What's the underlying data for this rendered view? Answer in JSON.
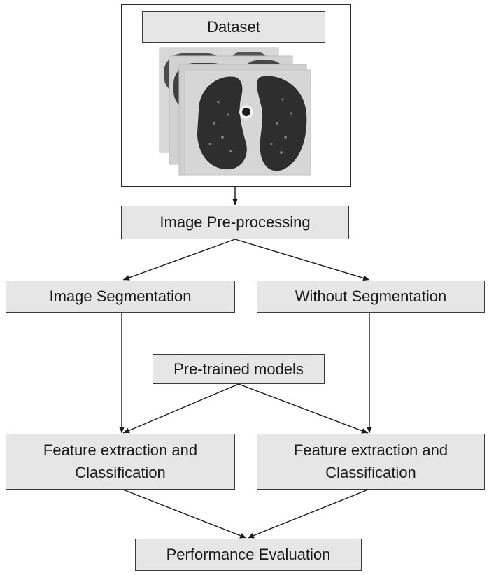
{
  "diagram": {
    "dataset_label": "Dataset",
    "preprocessing_label": "Image Pre-processing",
    "segmentation_label": "Image Segmentation",
    "no_segmentation_label": "Without Segmentation",
    "pretrained_label": "Pre-trained models",
    "feature_left_line1": "Feature extraction and",
    "feature_left_line2": "Classification",
    "feature_right_line1": "Feature extraction and",
    "feature_right_line2": "Classification",
    "evaluation_label": "Performance Evaluation",
    "dataset_image_icon": "lung-ct-scan-stack-icon"
  }
}
